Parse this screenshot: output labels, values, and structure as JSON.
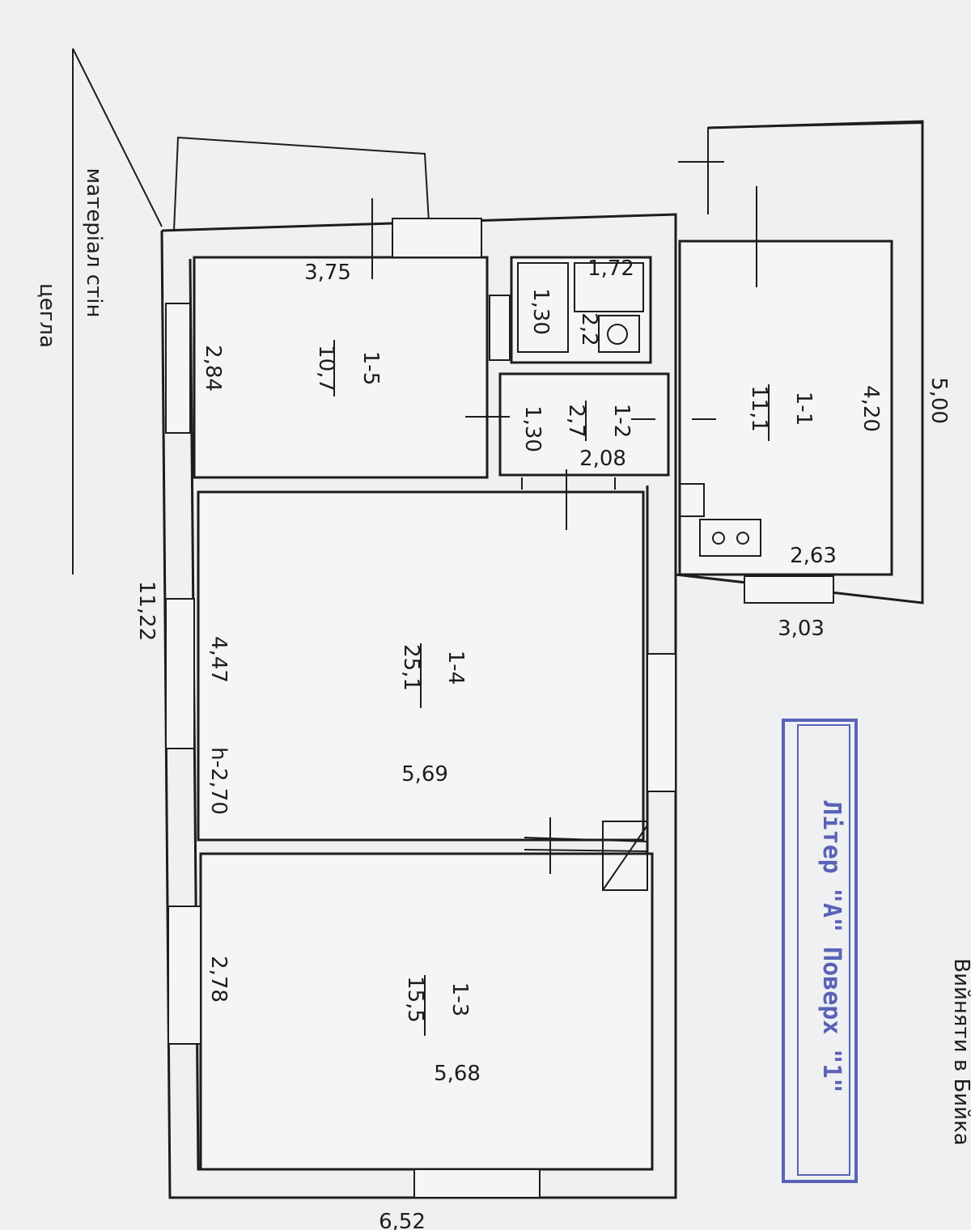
{
  "rooms": {
    "r15": {
      "id": "1-5",
      "area": "10,7",
      "width": "3,75",
      "depth": "2,84"
    },
    "r14": {
      "id": "1-4",
      "area": "25,1",
      "length": "5,69",
      "width": "4,47",
      "height": "h-2,70"
    },
    "r13": {
      "id": "1-3",
      "area": "15,5",
      "length": "5,68",
      "width": "2,78"
    },
    "r12": {
      "id": "1-2",
      "area": "2,7",
      "length": "2,08",
      "width": "1,30"
    },
    "bath": {
      "area": "2,2",
      "length": "1,72",
      "width": "1,30"
    },
    "r11": {
      "id": "1-1",
      "area": "11,1",
      "length": "4,20",
      "width": "2,63"
    }
  },
  "dimensions": {
    "right_length": "5,00",
    "right_width": "3,03",
    "total_length": "11,22",
    "total_width": "6,52"
  },
  "notes": {
    "wall_material": "матеріал стін",
    "wall_value": "цегла",
    "edge_text": "Вийняти в Бийка"
  },
  "stamp": {
    "text": "Літер \"А\" Поверх \"1\""
  }
}
